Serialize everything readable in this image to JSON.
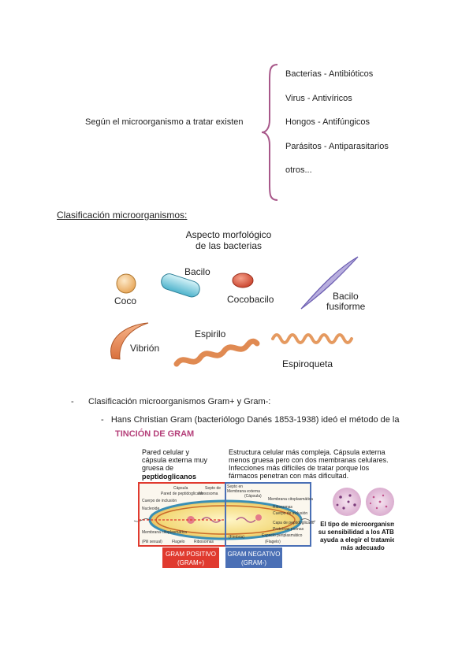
{
  "intro": "Según el microorganismo a tratar existen",
  "treatments": [
    "Bacterias - Antibióticos",
    "Virus - Antivíricos",
    "Hongos - Antifúngicos",
    "Parásitos - Antiparasitarios",
    "otros..."
  ],
  "section_title": "Clasificación microorganismos:",
  "morphology": {
    "title_line1": "Aspecto morfológico",
    "title_line2": "de las bacterias",
    "labels": {
      "coco": "Coco",
      "bacilo": "Bacilo",
      "cocobacilo": "Cocobacilo",
      "fusiforme_1": "Bacilo",
      "fusiforme_2": "fusiforme",
      "vibrion": "Vibrión",
      "espirilo": "Espirilo",
      "espiroqueta": "Espiroqueta"
    }
  },
  "bullets": {
    "b1": "Clasificación microorganismos Gram+ y Gram-:",
    "b2": "Hans Christian Gram (bacteriólogo Danés 1853-1938) ideó el método de la",
    "gram_title": "TINCIÓN DE GRAM"
  },
  "gram": {
    "pos_desc": [
      "Pared celular y",
      "cápsula externa muy",
      "gruesa de",
      "peptidoglicanos"
    ],
    "neg_desc": [
      "Estructura celular más compleja. Cápsula externa",
      "menos gruesa pero con dos membranas celulares.",
      "Infecciones más difíciles de tratar porque los",
      "fármacos penetran con más dificultad."
    ],
    "pos_label": [
      "GRAM POSITIVO",
      "(GRAM+)"
    ],
    "neg_label": [
      "GRAM NEGATIVO",
      "(GRAM-)"
    ],
    "note": [
      "El tipo de microorganismo y",
      "su sensibilidad a los ATB nos",
      "ayuda a elegir el tratamiento",
      "más adecuado"
    ],
    "pos_parts": [
      "Cápsula",
      "Pared de peptidoglicano",
      "Septo de",
      "Mesosoma",
      "Cuerpo de inclusión",
      "Nucleoide",
      "Membrana citoplasmática",
      "(Pili sexual)",
      "Flagelo",
      "Ribosomas"
    ],
    "neg_parts": [
      "Septo en",
      "Membrana externa",
      "(Cápsula)",
      "Membrana citoplasmática",
      "Ribosomas",
      "Cuerpo de inclusión",
      "Capa de peptidoglicano",
      "Proteínas porinas",
      "Espacio periplasmático",
      "(Fimbria)",
      "(Flagelo)"
    ]
  },
  "colors": {
    "brace": "#a8588a",
    "gram_title": "#b5407a",
    "pos": "#e03a2f",
    "neg": "#4a6fb5"
  }
}
